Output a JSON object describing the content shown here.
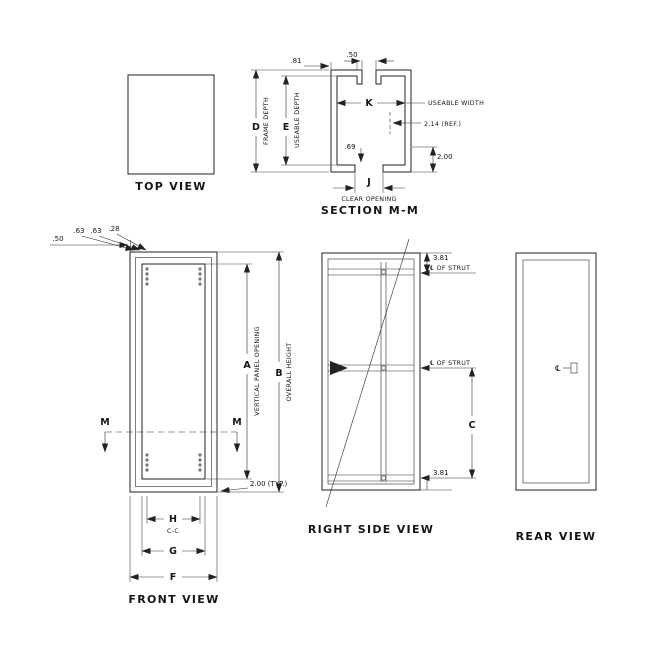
{
  "colors": {
    "ink": "#1f1f1f",
    "paper": "#ffffff"
  },
  "views": {
    "top": {
      "title": "TOP VIEW"
    },
    "section": {
      "title": "SECTION M-M",
      "dims": {
        "flange": ".81",
        "slot": ".50",
        "frame_depth_letter": "D",
        "frame_depth_label": "FRAME DEPTH",
        "useable_depth_letter": "E",
        "useable_depth_label": "USEABLE DEPTH",
        "useable_width_letter": "K",
        "useable_width_label": "USEABLE WIDTH",
        "ref": "2.14 (REF.)",
        "lip": ".69",
        "base": "2.00",
        "clear_opening_letter": "J",
        "clear_opening_label": "CLEAR OPENING"
      }
    },
    "front": {
      "title": "FRONT VIEW",
      "dims": {
        "d50": ".50",
        "d63a": ".63",
        "d63b": ".63",
        "d28": ".28",
        "panel_letter": "A",
        "panel_label": "VERTICAL PANEL OPENING",
        "height_letter": "B",
        "height_label": "OVERALL HEIGHT",
        "section_mark": "M",
        "typ": "2.00 (TYP.)",
        "holes_letter": "H",
        "holes_sub": "C-C",
        "opening_letter": "G",
        "width_letter": "F"
      }
    },
    "right": {
      "title": "RIGHT SIDE VIEW",
      "dims": {
        "top_offset": "3.81",
        "strut_top": "℄ OF STRUT",
        "strut_mid": "℄ OF STRUT",
        "span_letter": "C",
        "bottom_offset": "3.81"
      }
    },
    "rear": {
      "title": "REAR VIEW",
      "dims": {
        "centerline": "℄"
      }
    }
  }
}
